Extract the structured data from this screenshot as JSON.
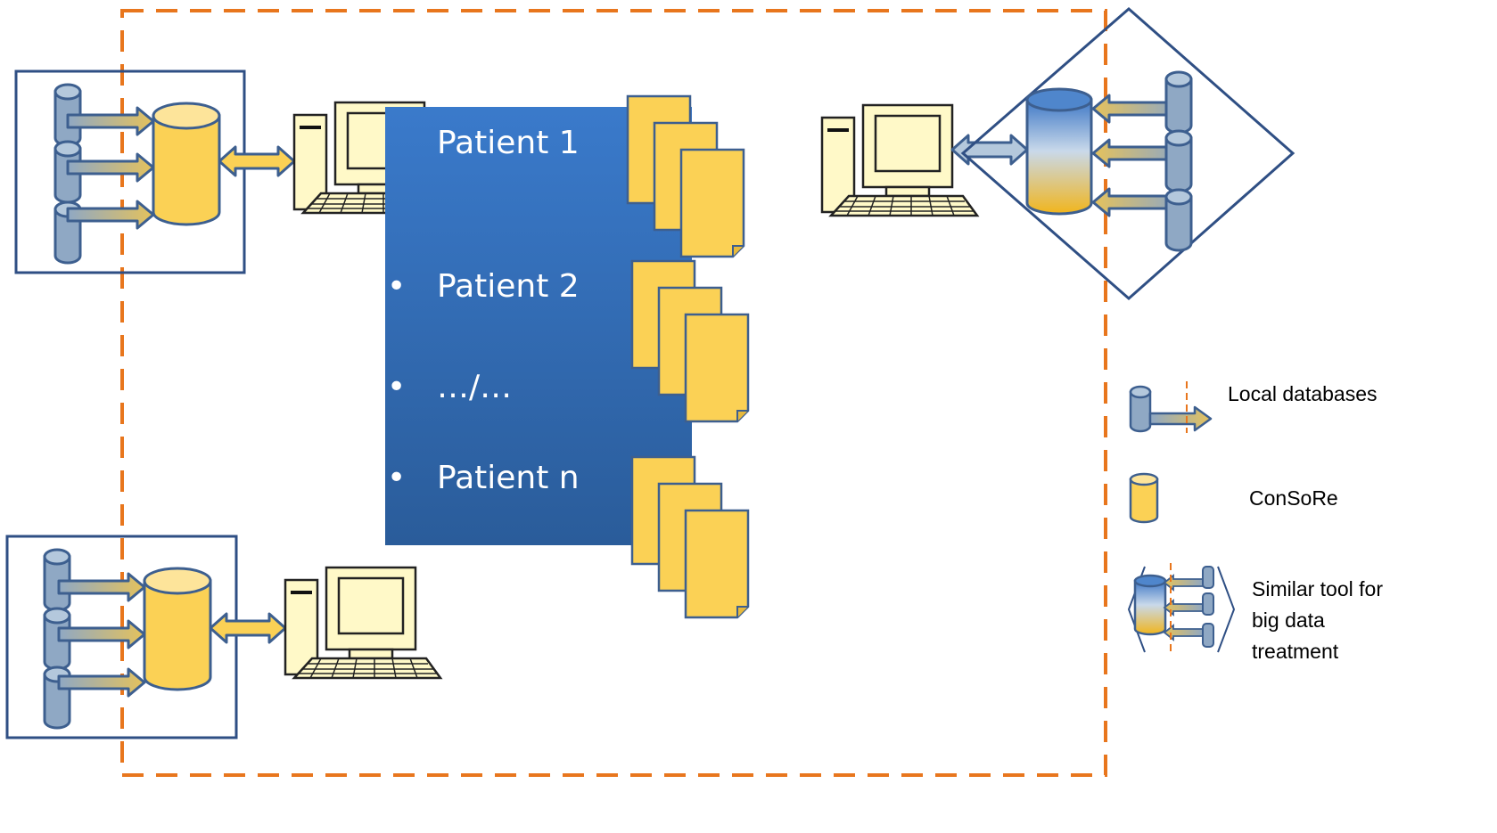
{
  "patients": {
    "items": [
      "Patient 1",
      "Patient 2",
      "…/…",
      "Patient n"
    ],
    "bullet": "•"
  },
  "legend": {
    "local_databases": "Local databases",
    "consore": "ConSoRe",
    "similar_tool": [
      "Similar tool for",
      "big data",
      "treatment"
    ]
  },
  "colors": {
    "dashed_border": "#e8761d",
    "box_border": "#2f4f84",
    "db_fill": "#8fa8c4",
    "consore_fill": "#fbd155",
    "patient_panel_top": "#3a7acb",
    "patient_panel_bottom": "#2a5c9a",
    "document_fill": "#fbd155"
  },
  "icons": {
    "local_db": "database-cylinder-icon",
    "consore": "consore-cylinder-icon",
    "computer": "computer-icon",
    "document": "document-icon",
    "arrow": "arrow-icon"
  }
}
